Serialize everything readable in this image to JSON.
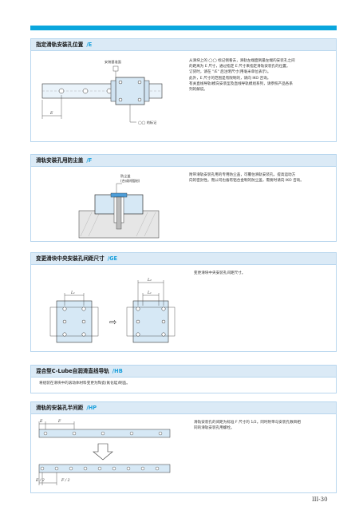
{
  "sections": [
    {
      "title": "指定滑轨安装孔位置",
      "code": "/E",
      "desc": [
        "从滑块上的 ◯◯ 标记侧看去，滑轨左端面到最左端的安装孔之间",
        "的距离为 E 尺寸，通过指定 E 尺寸来指定滑轨安装孔的位置。",
        "订货时，请在 \"/E\" 后注明尺寸(用毫米单位表示)。",
        "此外，E 尺寸的范围是有限制的，请向 IKO 咨询。",
        "有关直线导轨Ⅰ模向安装型及直线导轨模组系列，请参照产品各系",
        "列的解说。"
      ],
      "figure": {
        "ref_label": "安装基准面",
        "mark_label": "◯◯ 的标记",
        "dim_label": "E"
      }
    },
    {
      "title": "滑轨安装孔用防尘盖",
      "code": "/F",
      "desc": [
        "附带滑轨安装孔用的专用防尘盖，可覆住滑轨安装孔，提高运动方",
        "向的密封性。而公司也备有铝合金制的防尘盖，需要时请向 IKO 咨询。"
      ],
      "figure": {
        "cap_label": "防尘盖",
        "cap_sub": "(合成树脂制)"
      }
    },
    {
      "title": "变更滑块中央安装孔间距尺寸",
      "code": "/GE",
      "desc": [
        "变更滑块中央安装孔间距尺寸。"
      ],
      "figure": {
        "dim_left": "L₁",
        "dim_right_top": "L₂",
        "dim_right_bottom": "L₁",
        "arrow": "⇨"
      }
    },
    {
      "title": "混合型C-Lube自润滑直线导轨",
      "code": "/HB",
      "desc": [
        "将组装在滑块中的滚动体材料变更为陶瓷(氮化硅)制品。"
      ]
    },
    {
      "title": "滑轨的安装孔半间距",
      "code": "/HP",
      "desc": [
        "滑轨安装孔的间距为标准 F 尺寸的 1/2。同时附带与安装孔数目相",
        "同的滑轨安装孔用螺栓。"
      ],
      "figure": {
        "dim_e": "E",
        "dim_f": "F",
        "dim_e_half": "E / 2",
        "dim_f_half": "F / 2"
      }
    }
  ],
  "page_number": "III-30"
}
